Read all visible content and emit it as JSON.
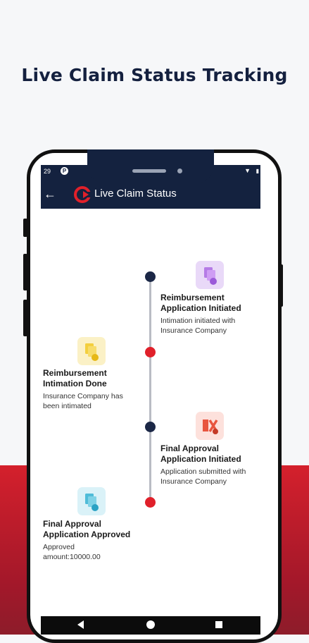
{
  "headline": "Live Claim Status Tracking",
  "status_bar": {
    "time": "29",
    "p_icon": "P"
  },
  "app_bar": {
    "back_icon": "back-arrow-icon",
    "title": "Live Claim Status"
  },
  "timeline": [
    {
      "title": "Reimbursement Application Initiated",
      "description": "Intimation initiated with Insurance Company",
      "side": "right",
      "node_color": "#1b2746",
      "icon": "documents-icon",
      "icon_color": "#e9d9f8"
    },
    {
      "title": "Reimbursement Intimation Done",
      "description": "Insurance Company has been intimated",
      "side": "left",
      "node_color": "#e0202a",
      "icon": "documents-icon",
      "icon_color": "#fbf1c6"
    },
    {
      "title": "Final Approval Application Initiated",
      "description": "Application submitted with Insurance Company",
      "side": "right",
      "node_color": "#1b2746",
      "icon": "approval-form-icon",
      "icon_color": "#fde1dc"
    },
    {
      "title": "Final Approval Application Approved",
      "description": "Approved amount:10000.00",
      "side": "left",
      "node_color": "#e0202a",
      "icon": "documents-icon",
      "icon_color": "#daf2f8"
    }
  ],
  "colors": {
    "navy": "#14223f",
    "red": "#d4202c",
    "timeline_line": "#b9bcc4"
  }
}
